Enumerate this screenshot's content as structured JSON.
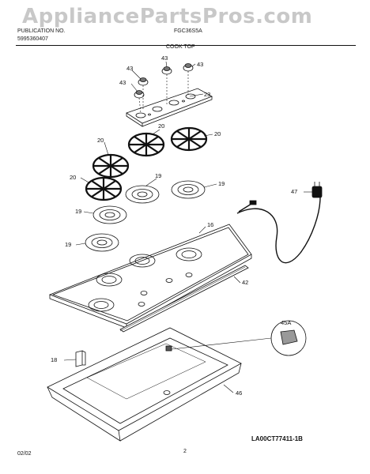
{
  "watermark": "AppliancePartsPros.com",
  "header": {
    "publication_label": "PUBLICATION NO.",
    "publication_number": "5995360407",
    "model": "FGC36S5A",
    "section_title": "COOK TOP"
  },
  "callouts": {
    "knob": "43",
    "panel": "23",
    "grate": "20",
    "drip_bowl": "19",
    "cooktop": "16",
    "cord": "47",
    "trim_strip": "42",
    "spark_module": "45A",
    "bracket": "18",
    "burner_box": "46"
  },
  "footer": {
    "date": "02/02",
    "page": "2",
    "drawing_code": "LA00CT77411-1B"
  }
}
